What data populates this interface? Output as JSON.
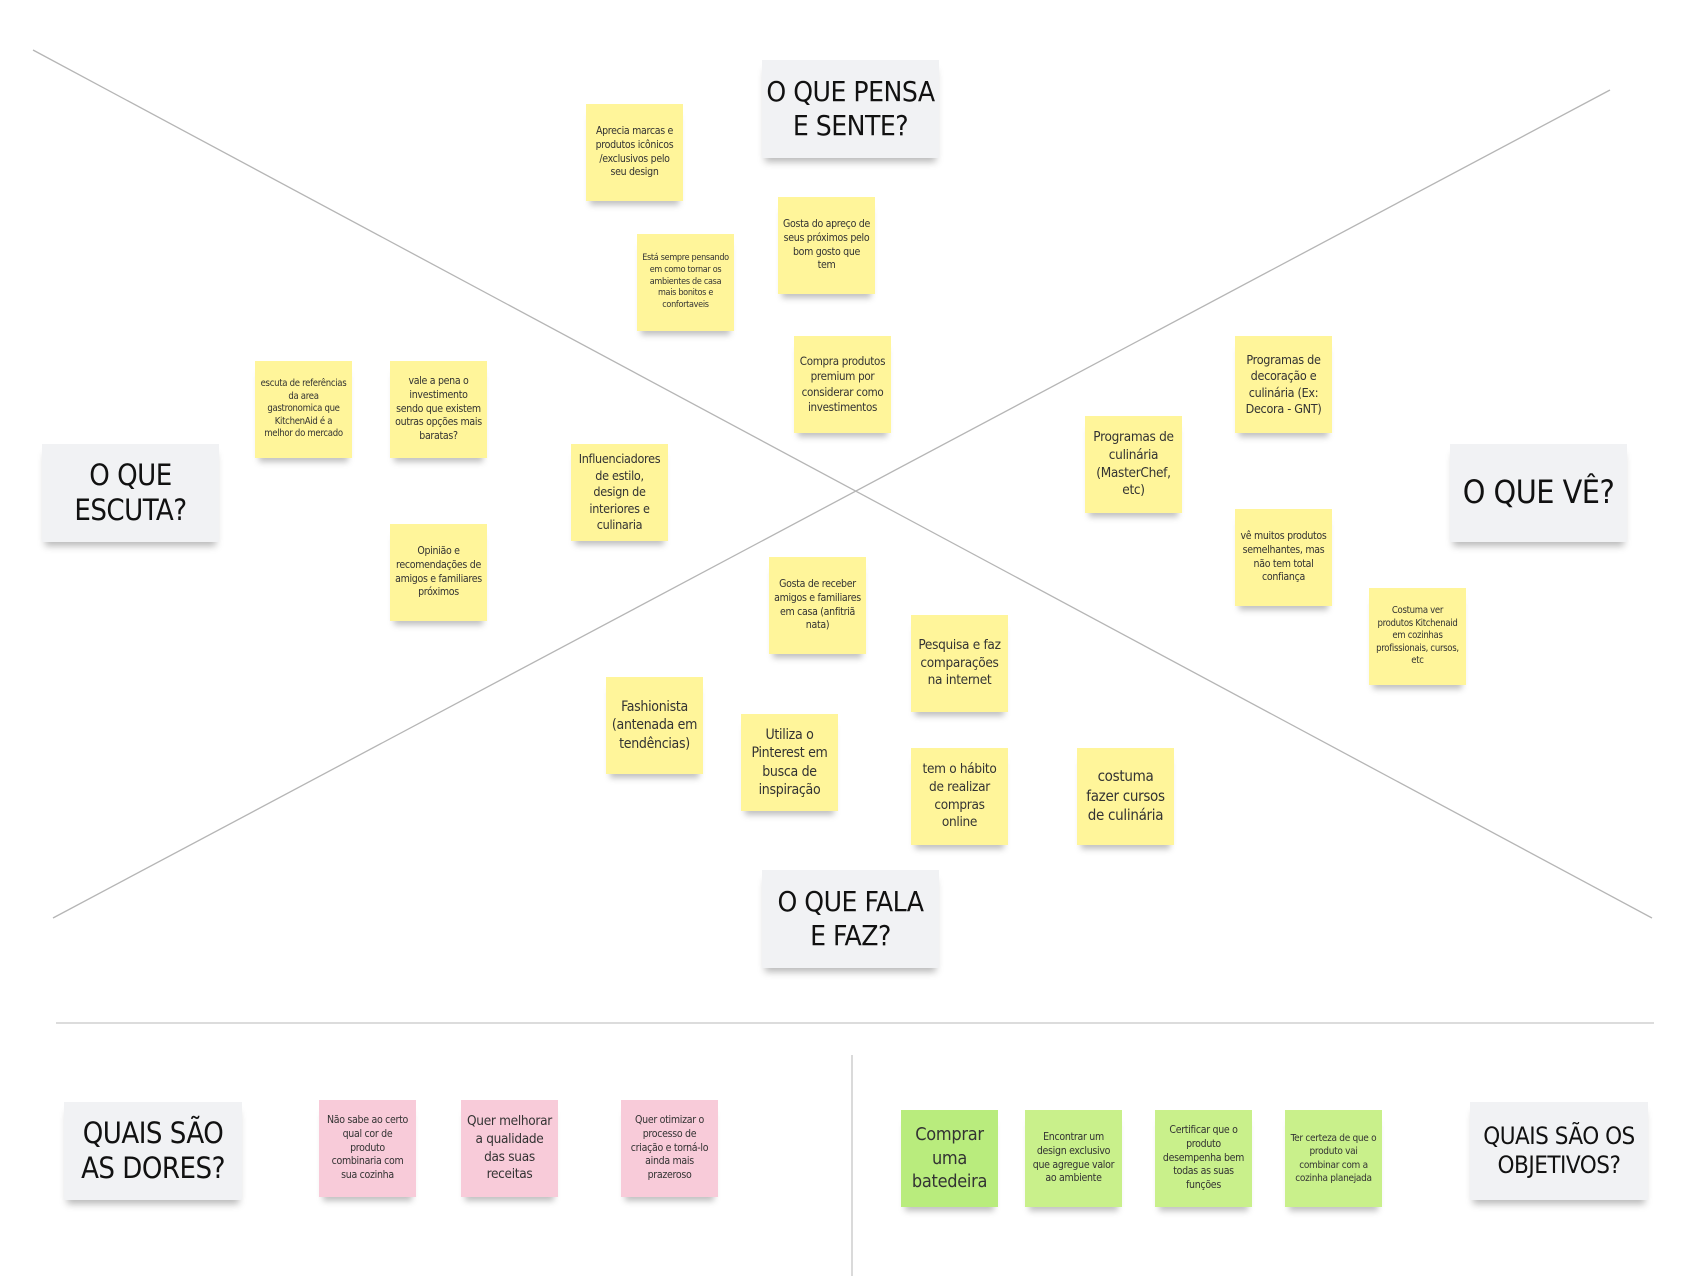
{
  "colors": {
    "yellow": "#fff59a",
    "pink": "#f8cbd9",
    "green": "#c9f08b",
    "header": "#f1f2f4",
    "line": "#b5b5b5"
  },
  "headers": {
    "pensa": "O QUE PENSA\nE SENTE?",
    "escuta": "O QUE\nESCUTA?",
    "ve": "O QUE VÊ?",
    "fala": "O QUE FALA\nE FAZ?",
    "dores": "QUAIS SÃO\nAS DORES?",
    "objetivos": "QUAIS SÃO OS\nOBJETIVOS?"
  },
  "notes": {
    "pensa": [
      "Aprecia marcas e produtos icônicos /exclusivos pelo seu design",
      "Gosta do apreço de seus próximos pelo bom gosto que tem",
      "Está sempre pensando em como tornar os ambientes de casa mais bonitos e confortaveis",
      "Compra produtos premium por considerar como investimentos"
    ],
    "escuta": [
      "escuta de referências da area gastronomica que KitchenAid é a melhor do mercado",
      "vale a pena o investimento sendo que existem outras opções mais baratas?",
      "Influenciadores de estilo, design de interiores e culinaria",
      "Opinião e recomendações de amigos e familiares próximos"
    ],
    "ve": [
      "Programas de decoração e culinária (Ex: Decora - GNT)",
      "Programas de culinária (MasterChef, etc)",
      "vê muitos produtos semelhantes, mas não tem total confiança",
      "Costuma ver produtos Kitchenaid em cozinhas profissionais, cursos, etc"
    ],
    "fala": [
      "Gosta de receber amigos e familiares em casa (anfitriã nata)",
      "Pesquisa e faz comparações na internet",
      "Fashionista (antenada em tendências)",
      "Utiliza o Pinterest em busca de inspiração",
      "tem o hábito de realizar compras online",
      "costuma fazer cursos de culinária"
    ],
    "dores": [
      "Não sabe ao certo qual cor de produto combinaria com sua cozinha",
      "Quer melhorar a qualidade das suas receitas",
      "Quer otimizar o processo de criação e torná-lo ainda mais prazeroso"
    ],
    "objetivos": [
      "Comprar uma batedeira",
      "Encontrar um design exclusivo que agregue valor ao ambiente",
      "Certificar que o produto desempenha bem todas as suas funções",
      "Ter certeza de que o produto vai combinar com a cozinha planejada"
    ]
  }
}
